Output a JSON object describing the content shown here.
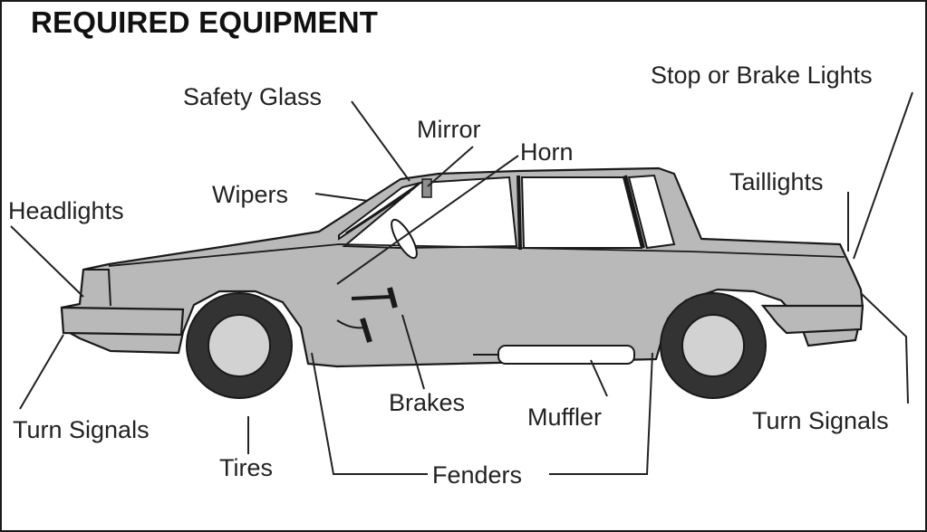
{
  "title": "REQUIRED EQUIPMENT",
  "labels": {
    "safety_glass": "Safety Glass",
    "mirror": "Mirror",
    "horn": "Horn",
    "stop_brake_lights": "Stop or Brake Lights",
    "wipers": "Wipers",
    "taillights": "Taillights",
    "headlights": "Headlights",
    "brakes": "Brakes",
    "muffler": "Muffler",
    "turn_signals_front": "Turn Signals",
    "turn_signals_rear": "Turn Signals",
    "tires": "Tires",
    "fenders": "Fenders"
  },
  "colors": {
    "body": "#b9b9b9",
    "glass": "#ffffff",
    "tire": "#333333",
    "hub": "#d2d2d2",
    "outline": "#1a1a1a"
  }
}
